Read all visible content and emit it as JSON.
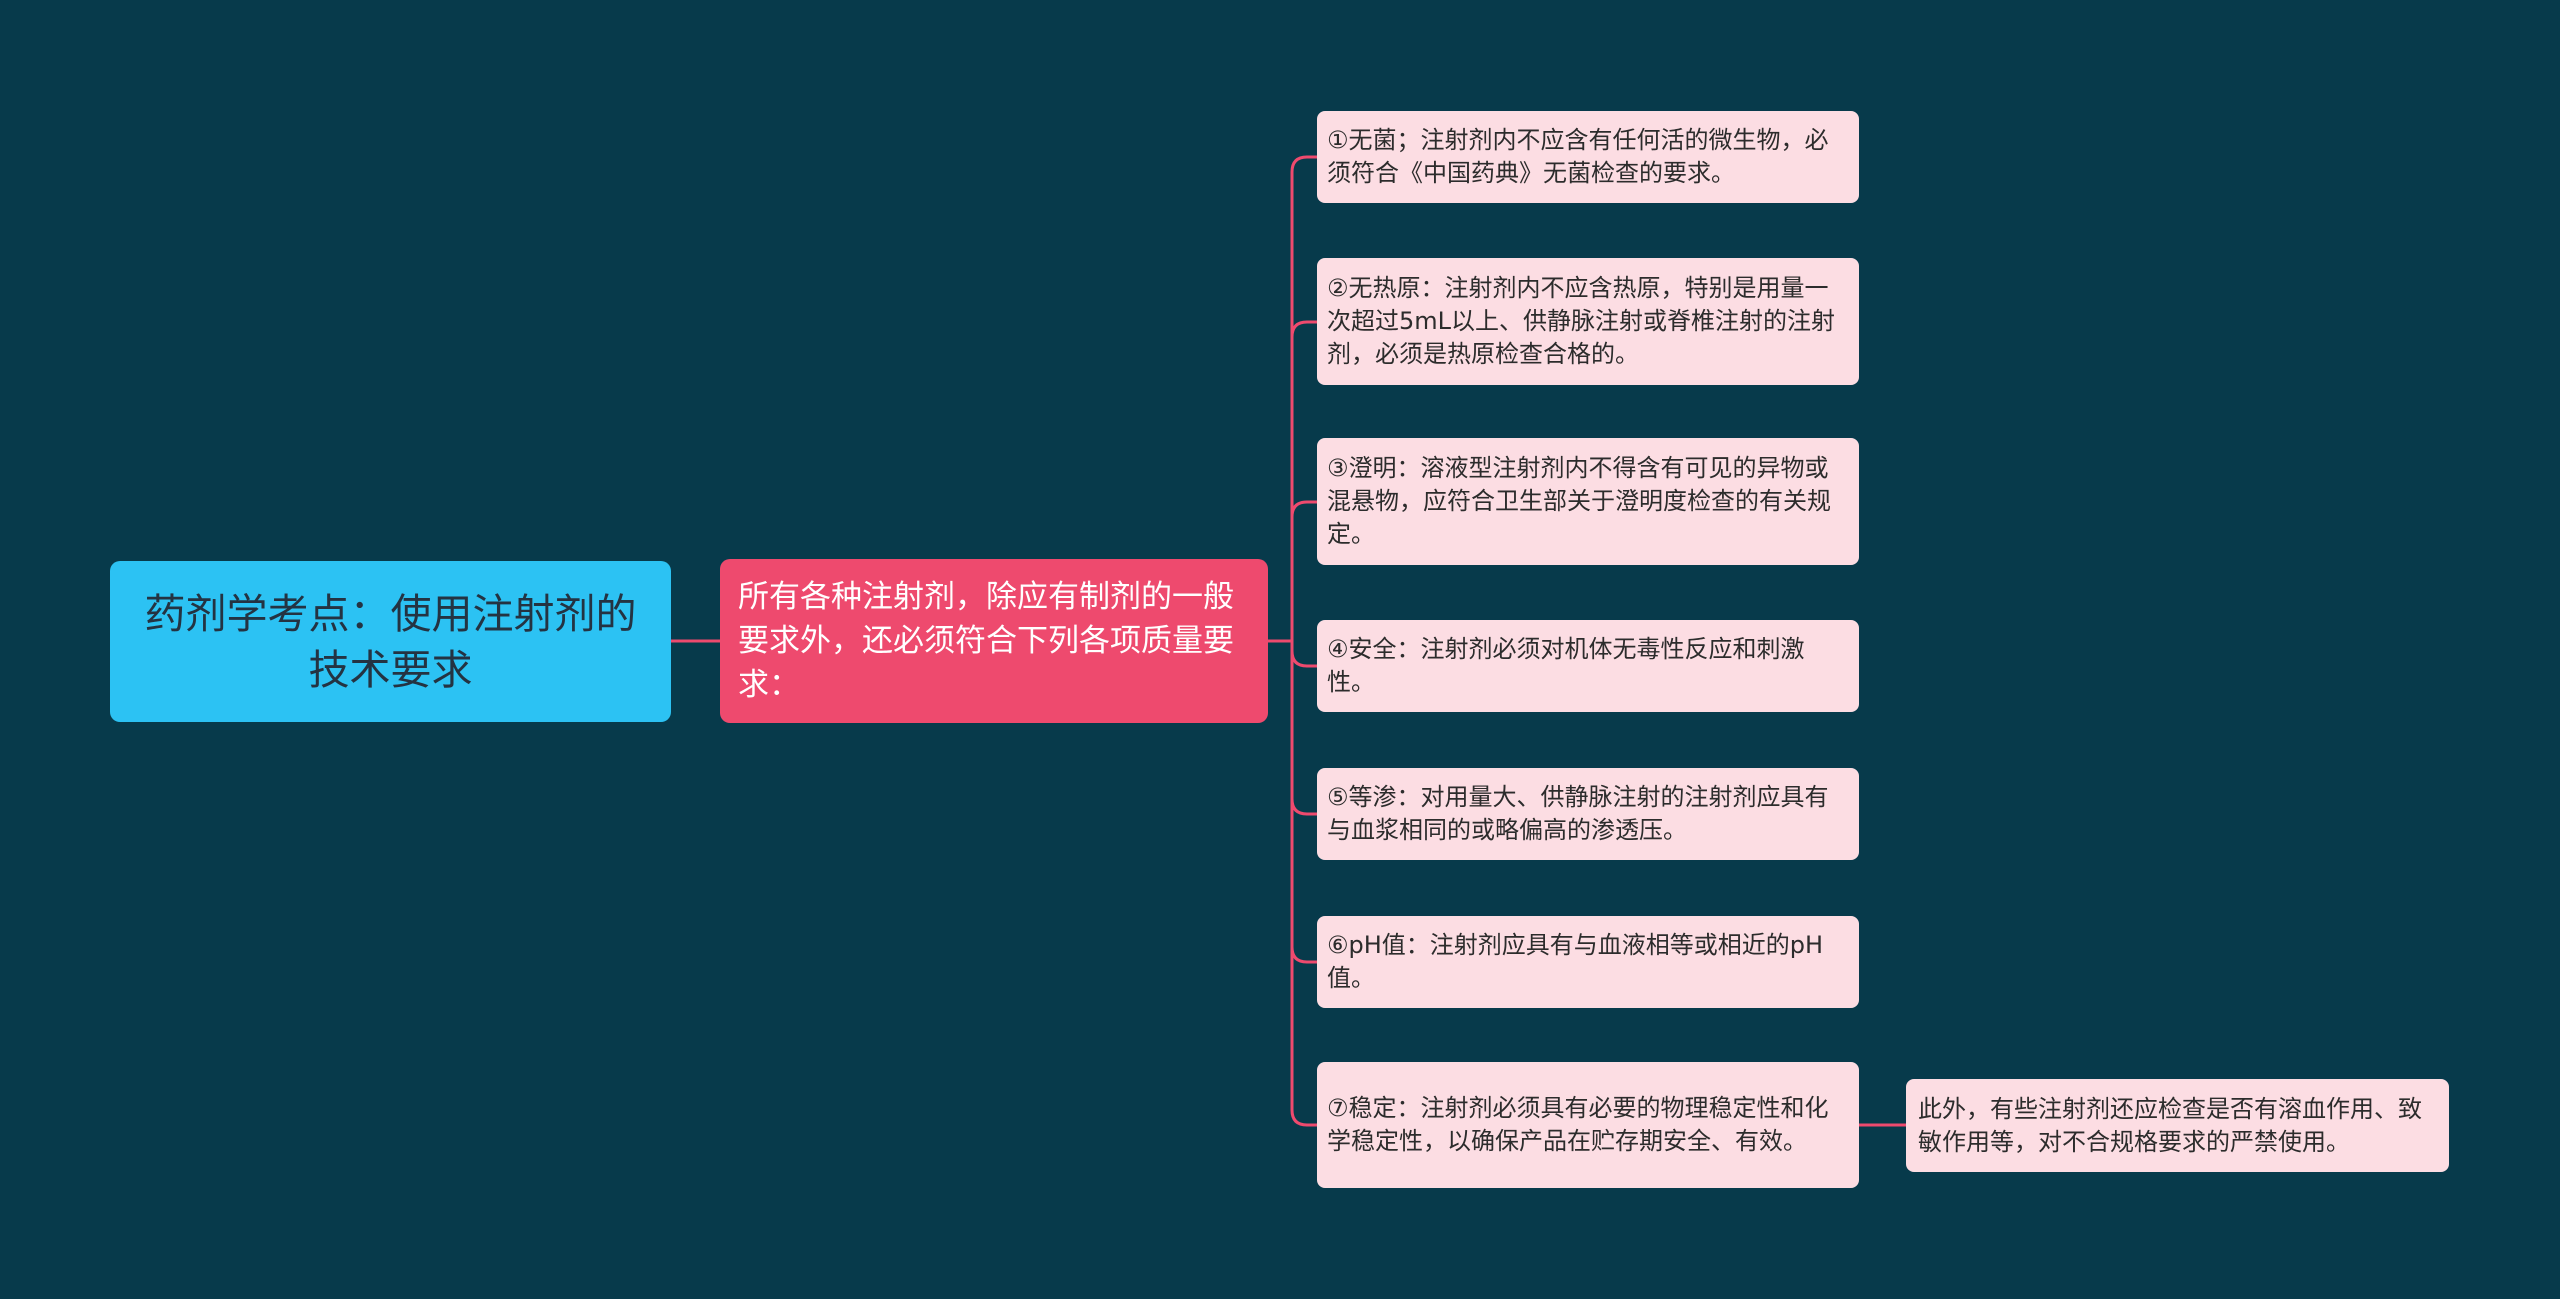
{
  "root": {
    "label": "药剂学考点：使用注射剂的技术要求"
  },
  "main": {
    "label": "所有各种注射剂，除应有制剂的一般要求外，还必须符合下列各项质量要求："
  },
  "requirements": [
    {
      "label": "①无菌；注射剂内不应含有任何活的微生物，必须符合《中国药典》无菌检查的要求。"
    },
    {
      "label": "②无热原：注射剂内不应含热原，特别是用量一次超过5mL以上、供静脉注射或脊椎注射的注射剂，必须是热原检查合格的。"
    },
    {
      "label": "③澄明：溶液型注射剂内不得含有可见的异物或混悬物，应符合卫生部关于澄明度检查的有关规定。"
    },
    {
      "label": "④安全：注射剂必须对机体无毒性反应和刺激性。"
    },
    {
      "label": "⑤等渗：对用量大、供静脉注射的注射剂应具有与血浆相同的或略偏高的渗透压。"
    },
    {
      "label": "⑥pH值：注射剂应具有与血液相等或相近的pH值。"
    },
    {
      "label": "⑦稳定：注射剂必须具有必要的物理稳定性和化学稳定性，以确保产品在贮存期安全、有效。"
    }
  ],
  "extra": {
    "label": "此外，有些注射剂还应检查是否有溶血作用、致敏作用等，对不合规格要求的严禁使用。"
  },
  "colors": {
    "background": "#073a4b",
    "root": "#2cc2f3",
    "main": "#ee4a6e",
    "leaf": "#fcdde3",
    "connector": "#ee4a6e"
  }
}
